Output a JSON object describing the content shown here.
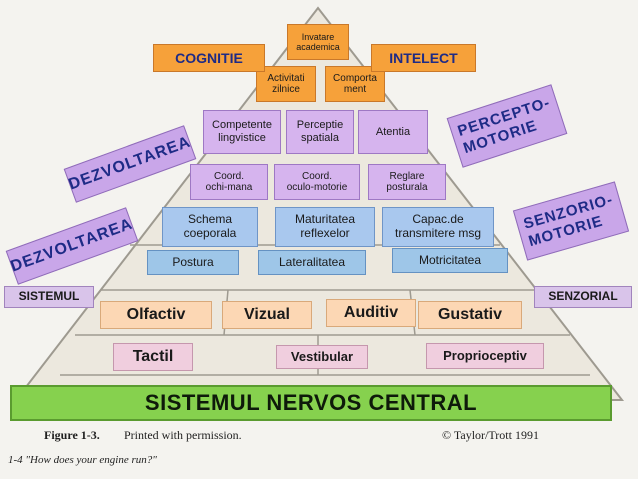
{
  "top": {
    "invatare": "Invatare\nacademica"
  },
  "row_activities": {
    "activitati": "Activitati\nzilnice",
    "comportament": "Comporta\nment"
  },
  "corner_labels": {
    "cognitie": "COGNITIE",
    "intelect": "INTELECT"
  },
  "row_perception": {
    "competente": "Competente\nlingvistice",
    "perceptie": "Perceptie\nspatiala",
    "atentia": "Atentia"
  },
  "rotated": {
    "dezvoltarea_upper": "DEZVOLTAREA",
    "percepto_motorie": "PERCEPTO-\nMOTORIE",
    "dezvoltarea_lower": "DEZVOLTAREA",
    "senzorio_motorie": "SENZORIO-\nMOTORIE"
  },
  "row_coordination": {
    "ochi_mana": "Coord.\nochi-mana",
    "oculo_motorie": "Coord.\noculo-motorie",
    "reglare": "Reglare\nposturala"
  },
  "row_motor": {
    "schema": "Schema\ncoeporala",
    "maturitatea": "Maturitatea\nreflexelor",
    "capac": "Capac.de\ntransmitere msg"
  },
  "row_posture": {
    "postura": "Postura",
    "lateralitatea": "Lateralitatea",
    "motricitatea": "Motricitatea"
  },
  "row_senses": {
    "sistemul": "SISTEMUL",
    "senzorial": "SENZORIAL",
    "olfactiv": "Olfactiv",
    "vizual": "Vizual",
    "auditiv": "Auditiv",
    "gustativ": "Gustativ"
  },
  "row_base_senses": {
    "tactil": "Tactil",
    "vestibular": "Vestibular",
    "proprioceptiv": "Proprioceptiv"
  },
  "base": {
    "sistemul_nervos": "SISTEMUL NERVOS CENTRAL"
  },
  "caption": {
    "figure": "Figure 1-3.",
    "printed": "Printed with permission.",
    "copyright": "© Taylor/Trott 1991",
    "footer": "1-4 \"How does your engine run?\""
  },
  "colors": {
    "orange": "#f6a13a",
    "purple": "#d6b4ee",
    "blue": "#a9c8ee",
    "green": "#86d14e",
    "rotated_text": "#1e2b86"
  }
}
